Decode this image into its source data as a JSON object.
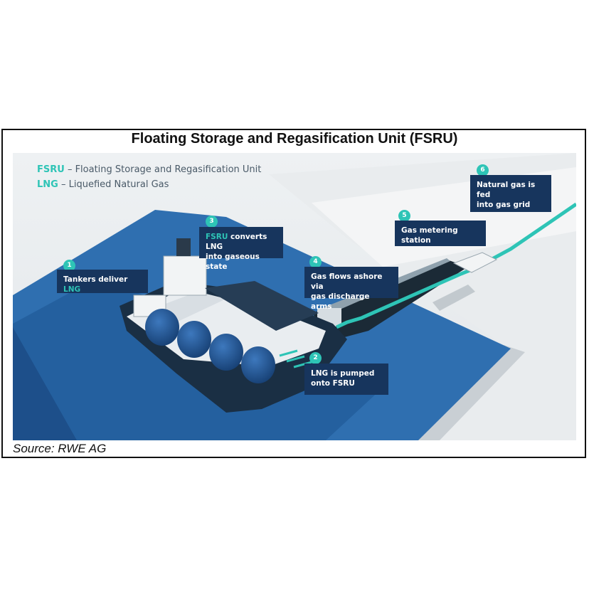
{
  "title": "Floating Storage and Regasification Unit (FSRU)",
  "source": "Source: RWE AG",
  "legend": [
    {
      "abbr": "FSRU",
      "text": " – Floating Storage and Regasification Unit"
    },
    {
      "abbr": "LNG",
      "text": " – Liquefied Natural Gas"
    }
  ],
  "callouts": [
    {
      "number": "1",
      "line1_pre": "Tankers deliver ",
      "line1_hl": "LNG",
      "line2": ""
    },
    {
      "number": "2",
      "line1": "LNG is pumped",
      "line2": "onto FSRU"
    },
    {
      "number": "3",
      "line1_hl": "FSRU",
      "line1_post": " converts LNG",
      "line2": "into gaseous state"
    },
    {
      "number": "4",
      "line1": "Gas flows ashore via",
      "line2": "gas discharge arms"
    },
    {
      "number": "5",
      "line1": "Gas metering station",
      "line2": ""
    },
    {
      "number": "6",
      "line1": "Natural gas is fed",
      "line2": "into gas grid"
    }
  ],
  "colors": {
    "water_light": "#2f6fb0",
    "water_dark": "#1d4f8a",
    "tank_blue": "#1d4f8a",
    "callout_bg": "#17355d",
    "accent": "#2ec4b6",
    "quay": "#dfe3e6"
  }
}
